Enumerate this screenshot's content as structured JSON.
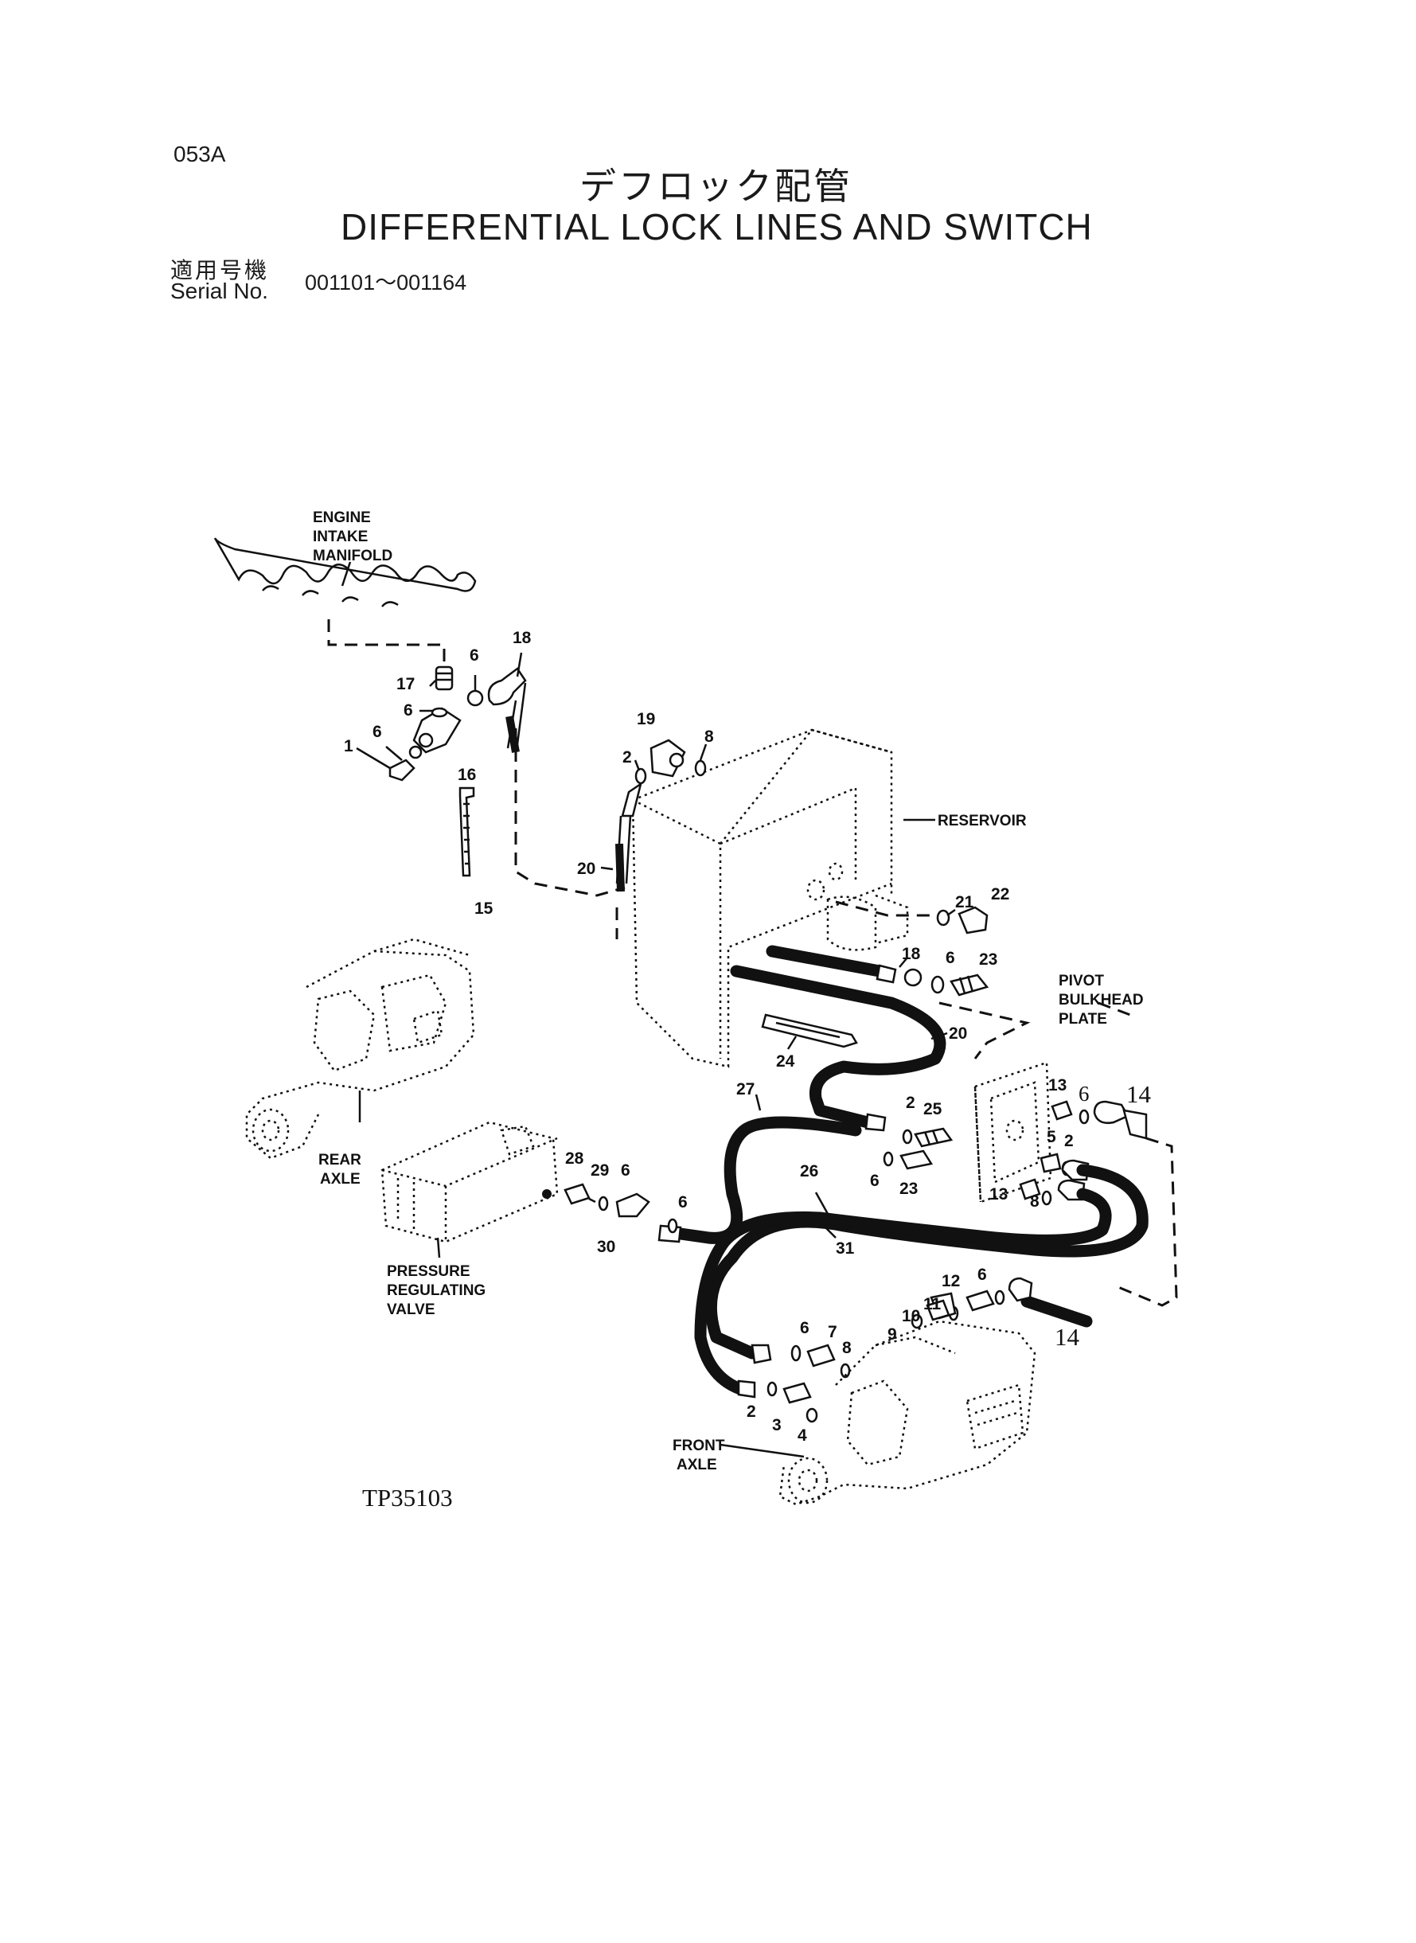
{
  "header": {
    "page_code": "053A",
    "title_jp": "デフロック配管",
    "title_en": "DIFFERENTIAL LOCK LINES AND SWITCH",
    "serial_label_jp": "適用号機",
    "serial_label_en": "Serial No.",
    "serial_range": "001101～001164"
  },
  "component_labels": {
    "engine_intake_manifold": [
      "ENGINE",
      "INTAKE",
      "MANIFOLD"
    ],
    "reservoir": "RESERVOIR",
    "pivot_bulkhead_plate": [
      "PIVOT",
      "BULKHEAD",
      "PLATE"
    ],
    "rear_axle": [
      "REAR",
      "AXLE"
    ],
    "pressure_regulating_valve": [
      "PRESSURE",
      "REGULATING",
      "VALVE"
    ],
    "front_axle": [
      "FRONT",
      "AXLE"
    ]
  },
  "callouts": {
    "c18a": "18",
    "c6a": "6",
    "c17": "17",
    "c6b": "6",
    "c6c": "6",
    "c1": "1",
    "c16": "16",
    "c15": "15",
    "c19": "19",
    "c8a": "8",
    "c2a": "2",
    "c20a": "20",
    "c21": "21",
    "c22": "22",
    "c18b": "18",
    "c6d": "6",
    "c23a": "23",
    "c20b": "20",
    "c24": "24",
    "c27": "27",
    "c2b": "2",
    "c25": "25",
    "c6e": "6",
    "c23b": "23",
    "c13a": "13",
    "c6f": "6",
    "c14a": "14",
    "c5": "5",
    "c2c": "2",
    "c13b": "13",
    "c8b": "8",
    "c26": "26",
    "c31": "31",
    "c28": "28",
    "c29": "29",
    "c6g": "6",
    "c6h": "6",
    "c30": "30",
    "c12": "12",
    "c6i": "6",
    "c11": "11",
    "c10": "10",
    "c9": "9",
    "c14b": "14",
    "c6j": "6",
    "c7": "7",
    "c8c": "8",
    "c2d": "2",
    "c3": "3",
    "c4": "4"
  },
  "figure_ref": "TP35103"
}
